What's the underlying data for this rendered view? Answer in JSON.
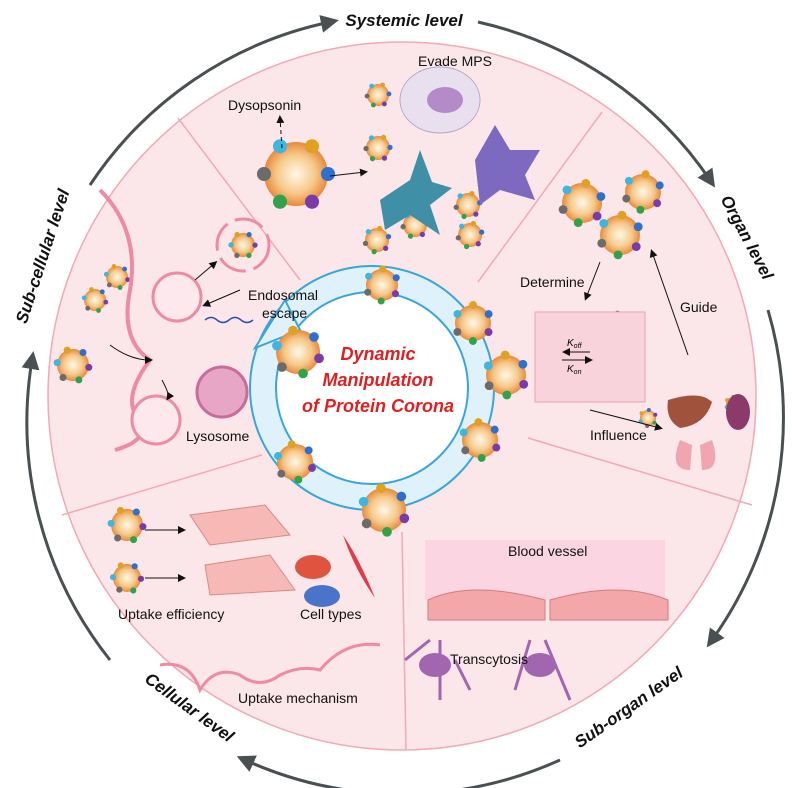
{
  "levels": {
    "systemic": "Systemic level",
    "organ": "Organ level",
    "sub_organ": "Sub-organ level",
    "cellular": "Cellular level",
    "sub_cellular": "Sub-cellular level"
  },
  "center_title": [
    "Dynamic",
    "Manipulation",
    "of Protein Corona"
  ],
  "labels": {
    "evade_mps": "Evade MPS",
    "dysopsonin": "Dysopsonin",
    "determine": "Determine",
    "guide": "Guide",
    "influence": "Influence",
    "k_off": "K",
    "k_off_sub": "off",
    "k_on": "K",
    "k_on_sub": "on",
    "blood_vessel": "Blood vessel",
    "transcytosis": "Transcytosis",
    "uptake_efficiency": "Uptake efficiency",
    "cell_types": "Cell types",
    "uptake_mechanism": "Uptake mechanism",
    "endosomal": "Endosomal",
    "escape": "escape",
    "lysosome": "Lysosome"
  },
  "colors": {
    "sector_fill": "#fbe6ea",
    "sector_line": "#f1a9b5",
    "ring_fill": "#dff1fa",
    "ring_stroke": "#3aa6d8",
    "title": "#e02020",
    "arrow": "#4a4f52"
  }
}
